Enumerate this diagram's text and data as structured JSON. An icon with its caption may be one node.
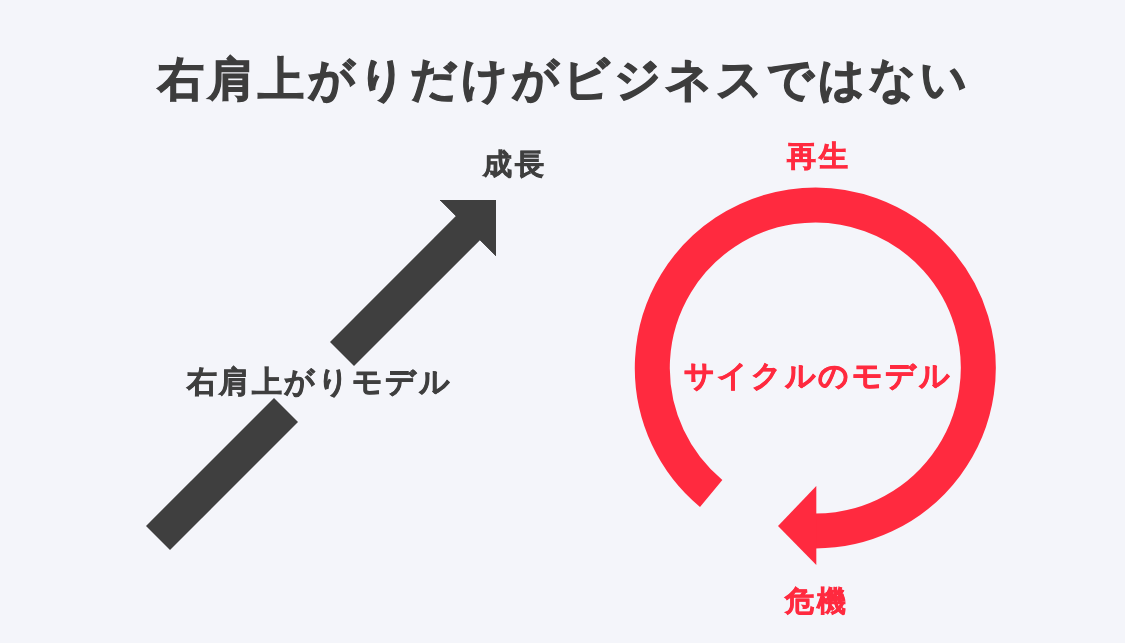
{
  "diagram": {
    "title": "右肩上がりだけがビジネスではない",
    "nodes": [
      {
        "text": [
          "成長"
        ]
      },
      {
        "text": [
          "右肩上がりモデル"
        ]
      }
    ],
    "edges": [
      {
        "from": null,
        "to": 1,
        "arrow": "none"
      },
      {
        "from": 1,
        "to": 0,
        "arrow": "to"
      }
    ],
    "labels": [
      "再生",
      "サイクルのモデル",
      "危機"
    ]
  }
}
